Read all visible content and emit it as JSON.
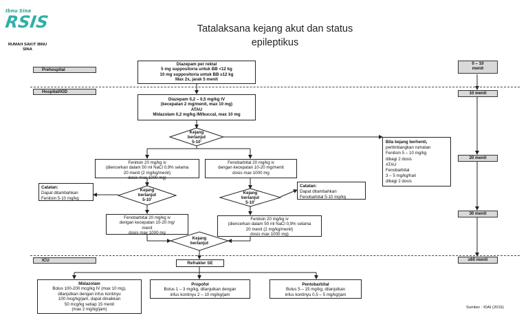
{
  "title": [
    "Tatalaksana kejang akut dan status",
    "epileptikus"
  ],
  "logo": {
    "top": "Ibnu Sina",
    "name": "RSIS"
  },
  "hospital": [
    "RUMAH SAKIT IBNU",
    "SINA"
  ],
  "lanes": {
    "prehospital": "Prehospital",
    "hospital": "Hospital/IGD",
    "icu": "ICU"
  },
  "times": [
    "0 – 10",
    "menit",
    "10 menit",
    "20 menit",
    "30 menit",
    "≥60 menit"
  ],
  "boxes": {
    "prehospital": [
      "Diazepam per rektal",
      "5 mg suppositoria untuk BB <12 kg",
      "10 mg suppositoria untuk BB ≥12 kg",
      "Max 2x, jarak 5 menit"
    ],
    "igd": [
      "Diazepam 0,2 – 0,5 mg/kg IV",
      "(kecepatan 2 mg/menit, max 10 mg)",
      "ATAU",
      "Midazolam 0,2 mg/kg IM/buccal, max 10 mg"
    ],
    "fenitoin_left": [
      "Fenitoin 20 mg/kg iv",
      "(diencerkan dalam 50 ml NaCl 0,9% selama",
      "20 menit (2 mg/kg/menit)",
      "dosis max 1000 mg)"
    ],
    "fenobarbital_right": [
      "Fenobarbital 20 mg/kg iv",
      "dengan kecepatan 10-20 mg/menit",
      "dosis max 1000 mg"
    ],
    "catatan_left": [
      "Catatan:",
      "Dapat ditambahkan",
      "Fenitoin 5-10 mg/kg"
    ],
    "catatan_right": [
      "Catatan:",
      "Dapat ditambahkan",
      "Fenobarbital  5-10 mg/kg"
    ],
    "fenobarbital_left": [
      "Fenobarbital 20 mg/kg iv",
      "dengan kecepatan 10-20 mg/",
      "menit",
      "dosis max 1000 mg"
    ],
    "fenitoin_right": [
      "Fenitoin 20 mg/kg iv",
      "(diencerkan dalam 50 ml NaCl 0,9% selama",
      "20 menit (2 mg/kg/menit)",
      "dosis max 1000 mg)"
    ],
    "bila": [
      "Bila kejang berhenti,",
      "pertimbangkan rumatan",
      "Fenitoin 5 – 10 mg/kg",
      "dibagi 2 dosis",
      "ATAU",
      "Fenobarbital",
      "3 – 5 mg/kg/hari",
      "dibagi 2 dosis"
    ],
    "refrakter": "Refrakter SE",
    "midazolam": [
      "Midazolam",
      "Bolus 100-200 mcg/kg IV (max 10 mg),",
      "dilanjutkan dengan infus kontinyu",
      "100 mcg/kg/jam, dapat dinaikkan",
      "50 mcg/kg setiap 15 menit",
      "(max 2 mg/kg/jam)"
    ],
    "propofol": [
      "Propofol",
      "Bolus 1 – 3 mg/kg, dilanjutkan dengan",
      "infus kontinyu 2 – 10 mg/kg/jam"
    ],
    "pentobarbital": [
      "Pentobarbital",
      "Bolus 5 – 15 mg/kg, dilanjutkan",
      "infus kontinyu 0,5 – 5 mg/kg/jam"
    ]
  },
  "diamonds": {
    "d1": [
      "Kejang",
      "berlanjut",
      "5-10'"
    ],
    "d2": [
      "Kejang",
      "berlanjut",
      "5-10'"
    ],
    "d3": [
      "Kejang",
      "berlanjut",
      "5-10'"
    ],
    "d4": [
      "Kejang",
      "berlanjut"
    ]
  },
  "source": "Sumber : IDAI (2016)"
}
